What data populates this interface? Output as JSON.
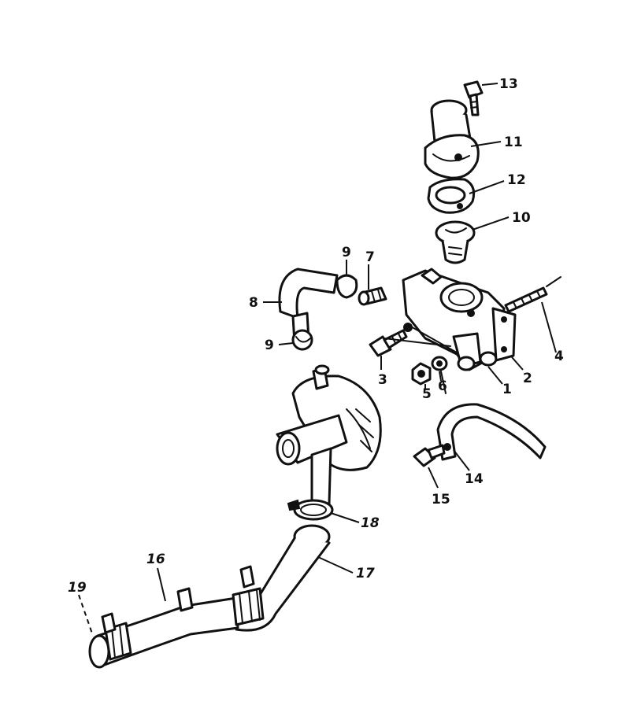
{
  "callouts": {
    "c1": "1",
    "c2": "2",
    "c3": "3",
    "c4": "4",
    "c5": "5",
    "c6": "6",
    "c7": "7",
    "c8": "8",
    "c9a": "9",
    "c9b": "9",
    "c10": "10",
    "c11": "11",
    "c12": "12",
    "c13": "13",
    "c14": "14",
    "c15": "15",
    "c16": "16",
    "c17": "17",
    "c18": "18",
    "c19": "19"
  }
}
